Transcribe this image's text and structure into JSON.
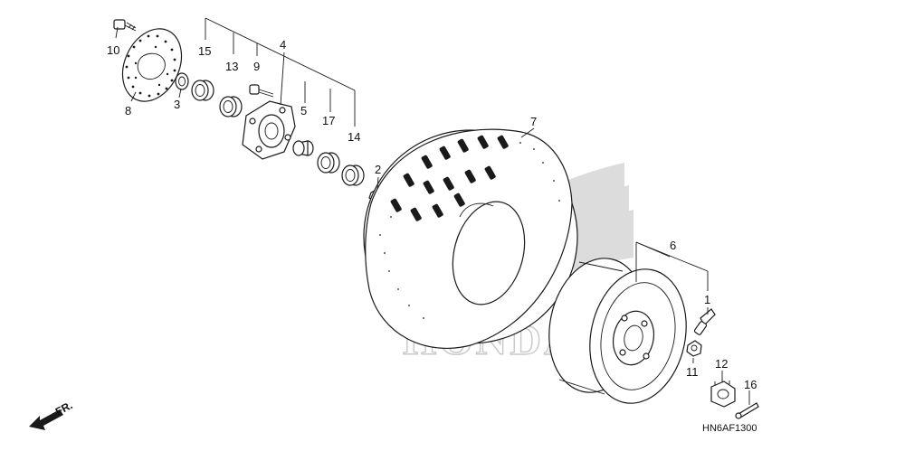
{
  "diagram": {
    "part_numbers": {
      "p1": "1",
      "p2": "2",
      "p3": "3",
      "p4": "4",
      "p5": "5",
      "p6": "6",
      "p7": "7",
      "p8": "8",
      "p9": "9",
      "p10": "10",
      "p11": "11",
      "p12": "12",
      "p13": "13",
      "p14": "14",
      "p15": "15",
      "p16": "16",
      "p17": "17"
    },
    "diagram_code": "HN6AF1300",
    "direction_label": "FR.",
    "watermark_text": "HONDA"
  }
}
